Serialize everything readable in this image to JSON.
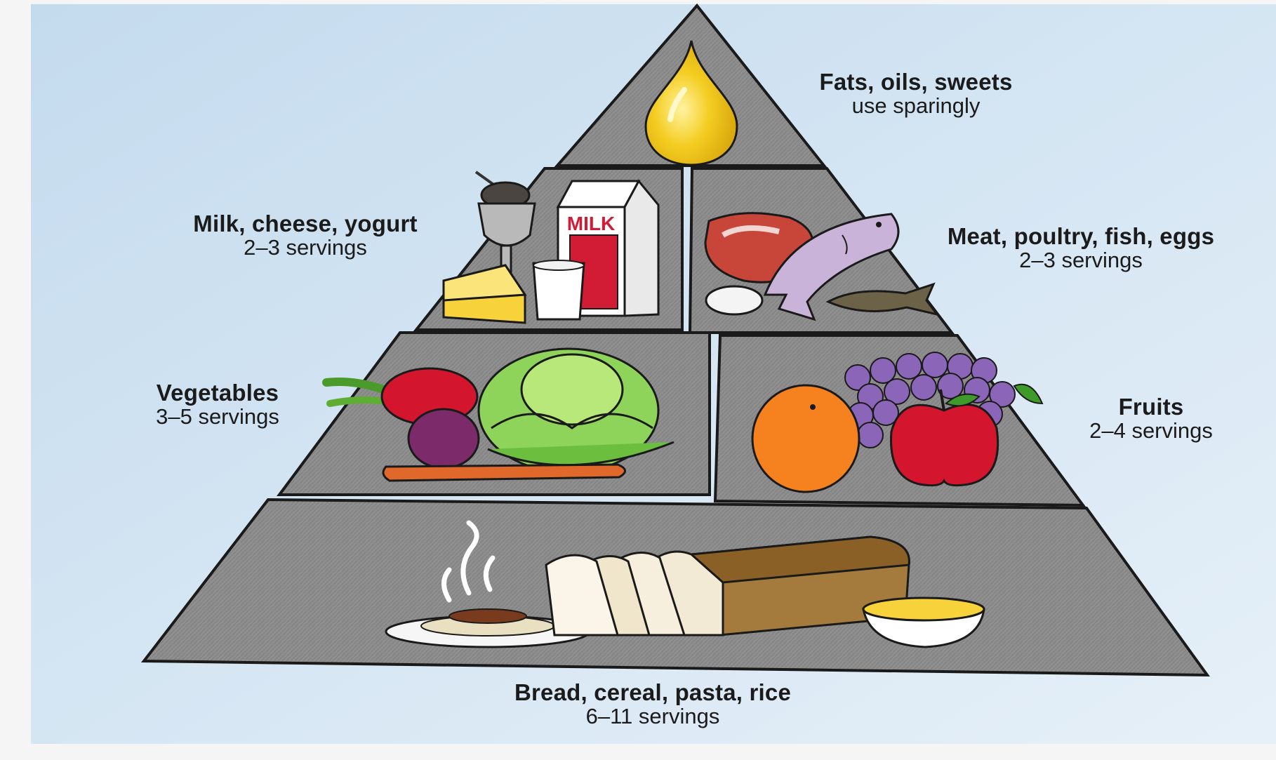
{
  "groups": [
    {
      "key": "fats",
      "title": "Fats, oils, sweets",
      "subtitle": "use sparingly"
    },
    {
      "key": "milk",
      "title": "Milk, cheese, yogurt",
      "subtitle": "2–3 servings"
    },
    {
      "key": "meat",
      "title": "Meat, poultry, fish, eggs",
      "subtitle": "2–3 servings"
    },
    {
      "key": "vegetables",
      "title": "Vegetables",
      "subtitle": "3–5 servings"
    },
    {
      "key": "fruits",
      "title": "Fruits",
      "subtitle": "2–4 servings"
    },
    {
      "key": "grains",
      "title": "Bread, cereal, pasta, rice",
      "subtitle": "6–11 servings"
    }
  ],
  "milk_carton_text": "MILK",
  "colors": {
    "background_top": "#c9dff0",
    "background_bottom": "#e3eef7",
    "pyramid_fill": "#8f8f8f",
    "outline": "#1a1a1a",
    "oil_drop": "#f2c81e",
    "cheese": "#f7d23a",
    "milk_red": "#d21c36",
    "meat": "#c8453a",
    "fish": "#c9b3d8",
    "grapes": "#8a65b8",
    "orange": "#f5821f",
    "apple": "#d3152d",
    "cabbage": "#8ed45a",
    "carrot": "#e0682b",
    "bread": "#a47b3d"
  },
  "icons": [
    "oil-drop-icon",
    "sundae-cup-icon",
    "milk-carton-icon",
    "cheese-wedge-icon",
    "milk-glass-icon",
    "steak-icon",
    "fish-icon",
    "egg-icon",
    "radish-icon",
    "beet-icon",
    "cabbage-icon",
    "carrot-icon",
    "grapes-icon",
    "orange-icon",
    "apple-icon",
    "bread-loaf-icon",
    "pasta-plate-icon",
    "cereal-bowl-icon"
  ]
}
